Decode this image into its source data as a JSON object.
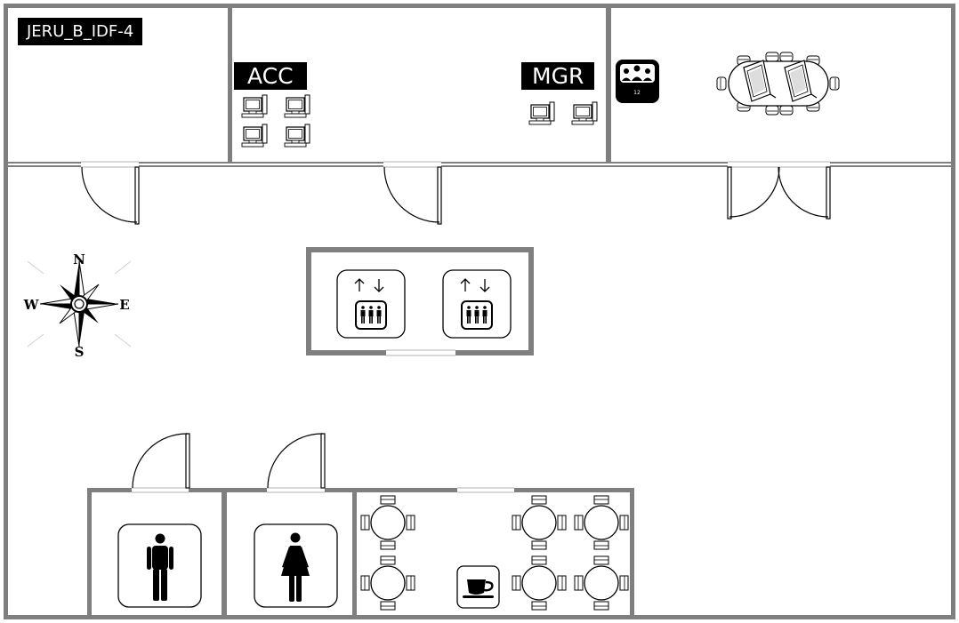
{
  "labels": {
    "room": "JERU_B_IDF-4",
    "accounting": "ACC",
    "manager": "MGR",
    "conference_capacity": "12"
  },
  "compass": {
    "north": "N",
    "south": "S",
    "east": "E",
    "west": "W"
  },
  "colors": {
    "wall": "#7f7f7f",
    "wall_inner": "#ffffff",
    "stroke": "#000000",
    "label_bg": "#000000",
    "label_fg": "#ffffff"
  },
  "icons": {
    "elevators": [
      "elevator-icon",
      "elevator-icon"
    ],
    "restrooms": [
      "men-restroom-icon",
      "women-restroom-icon"
    ],
    "cafeteria": "coffee-cup-icon",
    "conference": "conference-room-icon"
  }
}
